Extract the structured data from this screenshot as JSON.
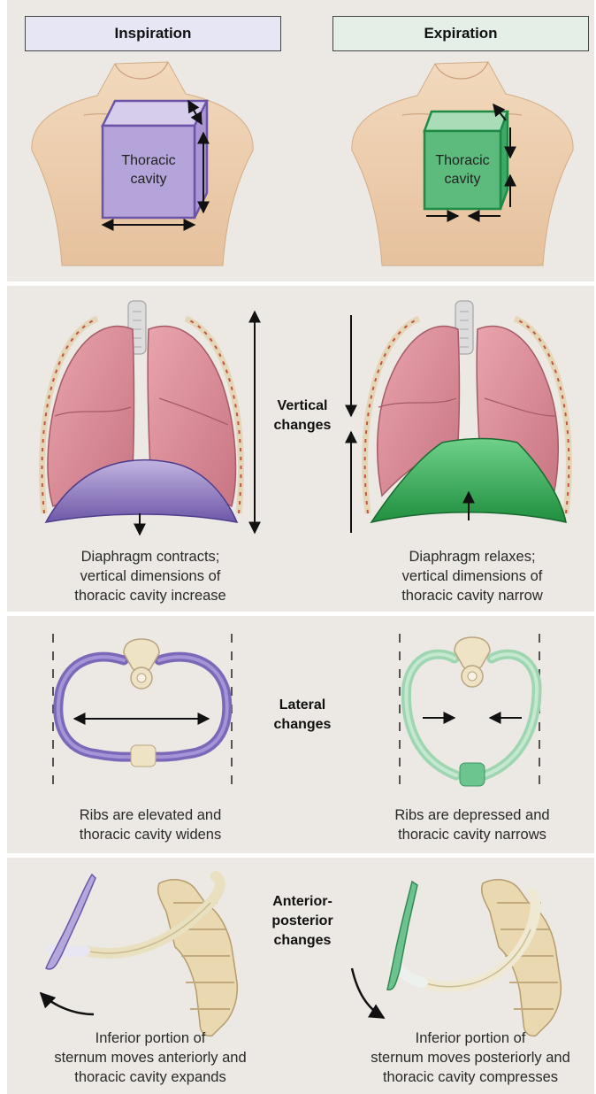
{
  "headers": {
    "inspiration": "Inspiration",
    "expiration": "Expiration"
  },
  "cavity_label": {
    "line1": "Thoracic",
    "line2": "cavity"
  },
  "vertical": {
    "title_line1": "Vertical",
    "title_line2": "changes",
    "insp_caption": [
      "Diaphragm contracts;",
      "vertical dimensions of",
      "thoracic cavity increase"
    ],
    "exp_caption": [
      "Diaphragm relaxes;",
      "vertical dimensions of",
      "thoracic cavity narrow"
    ]
  },
  "lateral": {
    "title_line1": "Lateral",
    "title_line2": "changes",
    "insp_caption": [
      "Ribs are elevated and",
      "thoracic cavity widens"
    ],
    "exp_caption": [
      "Ribs are depressed and",
      "thoracic cavity narrows"
    ]
  },
  "ap": {
    "title_line1": "Anterior-",
    "title_line2": "posterior",
    "title_line3": "changes",
    "insp_caption": [
      "Inferior portion of",
      "sternum moves anteriorly and",
      "thoracic cavity expands"
    ],
    "exp_caption": [
      "Inferior portion of",
      "sternum moves posteriorly and",
      "thoracic cavity compresses"
    ]
  },
  "colors": {
    "inspiration_header_bg": "#e6e6f4",
    "expiration_header_bg": "#e4efe7",
    "inspiration_accent": "#9b8ac4",
    "expiration_accent": "#4fb07a",
    "panel_bg": "#ece8e3",
    "lung": "#d98a96",
    "bone": "#efe3c6"
  }
}
